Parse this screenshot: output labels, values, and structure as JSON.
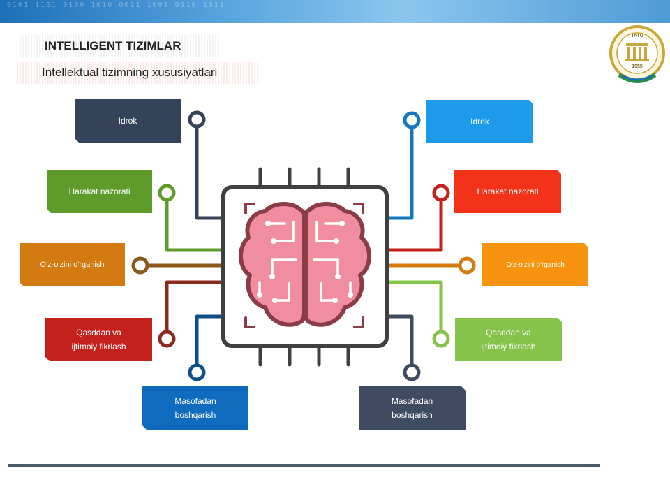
{
  "header": {
    "title": "INTELLIGENT TIZIMLAR",
    "subtitle": "Intellektual tizimning xususiyatlari",
    "digits": "0101 1101 0100 1010 0011 1001 0110 1011"
  },
  "logo": {
    "letters": "TATU",
    "year": "1955"
  },
  "left_boxes": [
    {
      "label": "Idrok",
      "color": "#34435a"
    },
    {
      "label": "Harakat nazorati",
      "color": "#5e9b2a"
    },
    {
      "label": "O'z-o'zini o'rganish",
      "color": "#d37b10"
    },
    {
      "label": "Qasddan va\nijtimoiy fikrlash",
      "color": "#c3211c"
    },
    {
      "label": "Masofadan\nboshqarish",
      "color": "#0e6bbd"
    }
  ],
  "right_boxes": [
    {
      "label": "Idrok",
      "color": "#1d9bea"
    },
    {
      "label": "Harakat nazorati",
      "color": "#f3321a"
    },
    {
      "label": "O'z-o'zini o'rganish",
      "color": "#f7930f"
    },
    {
      "label": "Qasddan va\nijtimoiy fikrlash",
      "color": "#86c34a"
    },
    {
      "label": "Masofadan\nboshqarish",
      "color": "#3e4b60"
    }
  ],
  "colors": {
    "chip_outline": "#404040",
    "brain_fill": "#f08ea0",
    "brain_outline": "#8a3d47",
    "wire_left": [
      "#34435a",
      "#5e9b2a",
      "#8b5a1a",
      "#8b2b1e",
      "#0e4f8a"
    ],
    "wire_right": [
      "#1577c2",
      "#c3211c",
      "#d37b10",
      "#86c34a",
      "#3e4b60"
    ]
  }
}
